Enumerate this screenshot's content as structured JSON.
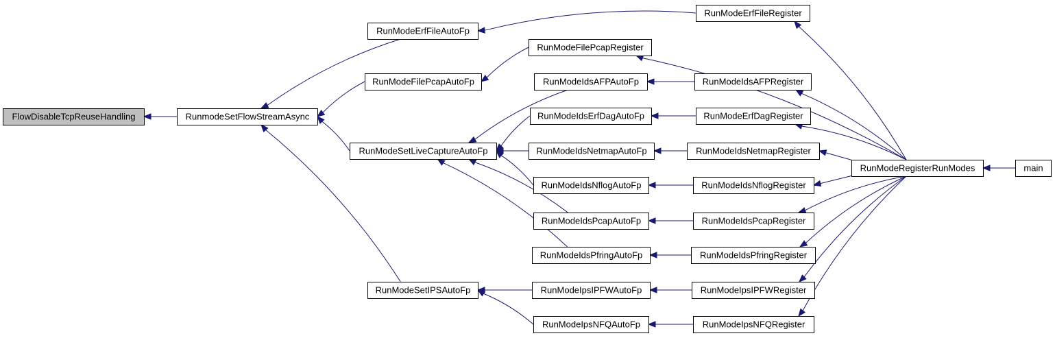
{
  "graph": {
    "root": "FlowDisableTcpReuseHandling",
    "nodes": [
      {
        "id": "FlowDisableTcpReuseHandling",
        "label": "FlowDisableTcpReuseHandling"
      },
      {
        "id": "RunmodeSetFlowStreamAsync",
        "label": "RunmodeSetFlowStreamAsync"
      },
      {
        "id": "RunModeErfFileAutoFp",
        "label": "RunModeErfFileAutoFp"
      },
      {
        "id": "RunModeFilePcapAutoFp",
        "label": "RunModeFilePcapAutoFp"
      },
      {
        "id": "RunModeSetLiveCaptureAutoFp",
        "label": "RunModeSetLiveCaptureAutoFp"
      },
      {
        "id": "RunModeSetIPSAutoFp",
        "label": "RunModeSetIPSAutoFp"
      },
      {
        "id": "RunModeErfFileRegister",
        "label": "RunModeErfFileRegister"
      },
      {
        "id": "RunModeFilePcapRegister",
        "label": "RunModeFilePcapRegister"
      },
      {
        "id": "RunModeIdsAFPAutoFp",
        "label": "RunModeIdsAFPAutoFp"
      },
      {
        "id": "RunModeIdsErfDagAutoFp",
        "label": "RunModeIdsErfDagAutoFp"
      },
      {
        "id": "RunModeIdsNetmapAutoFp",
        "label": "RunModeIdsNetmapAutoFp"
      },
      {
        "id": "RunModeIdsNflogAutoFp",
        "label": "RunModeIdsNflogAutoFp"
      },
      {
        "id": "RunModeIdsPcapAutoFp",
        "label": "RunModeIdsPcapAutoFp"
      },
      {
        "id": "RunModeIdsPfringAutoFp",
        "label": "RunModeIdsPfringAutoFp"
      },
      {
        "id": "RunModeIpsIPFWAutoFp",
        "label": "RunModeIpsIPFWAutoFp"
      },
      {
        "id": "RunModeIpsNFQAutoFp",
        "label": "RunModeIpsNFQAutoFp"
      },
      {
        "id": "RunModeIdsAFPRegister",
        "label": "RunModeIdsAFPRegister"
      },
      {
        "id": "RunModeErfDagRegister",
        "label": "RunModeErfDagRegister"
      },
      {
        "id": "RunModeIdsNetmapRegister",
        "label": "RunModeIdsNetmapRegister"
      },
      {
        "id": "RunModeIdsNflogRegister",
        "label": "RunModeIdsNflogRegister"
      },
      {
        "id": "RunModeIdsPcapRegister",
        "label": "RunModeIdsPcapRegister"
      },
      {
        "id": "RunModeIdsPfringRegister",
        "label": "RunModeIdsPfringRegister"
      },
      {
        "id": "RunModeIpsIPFWRegister",
        "label": "RunModeIpsIPFWRegister"
      },
      {
        "id": "RunModeIpsNFQRegister",
        "label": "RunModeIpsNFQRegister"
      },
      {
        "id": "RunModeRegisterRunModes",
        "label": "RunModeRegisterRunModes"
      },
      {
        "id": "main",
        "label": "main"
      }
    ],
    "edges": [
      {
        "from": "RunmodeSetFlowStreamAsync",
        "to": "FlowDisableTcpReuseHandling"
      },
      {
        "from": "RunModeErfFileAutoFp",
        "to": "RunmodeSetFlowStreamAsync"
      },
      {
        "from": "RunModeFilePcapAutoFp",
        "to": "RunmodeSetFlowStreamAsync"
      },
      {
        "from": "RunModeSetLiveCaptureAutoFp",
        "to": "RunmodeSetFlowStreamAsync"
      },
      {
        "from": "RunModeSetIPSAutoFp",
        "to": "RunmodeSetFlowStreamAsync"
      },
      {
        "from": "RunModeErfFileRegister",
        "to": "RunModeErfFileAutoFp"
      },
      {
        "from": "RunModeFilePcapRegister",
        "to": "RunModeFilePcapAutoFp"
      },
      {
        "from": "RunModeIdsAFPAutoFp",
        "to": "RunModeSetLiveCaptureAutoFp"
      },
      {
        "from": "RunModeIdsErfDagAutoFp",
        "to": "RunModeSetLiveCaptureAutoFp"
      },
      {
        "from": "RunModeIdsNetmapAutoFp",
        "to": "RunModeSetLiveCaptureAutoFp"
      },
      {
        "from": "RunModeIdsNflogAutoFp",
        "to": "RunModeSetLiveCaptureAutoFp"
      },
      {
        "from": "RunModeIdsPcapAutoFp",
        "to": "RunModeSetLiveCaptureAutoFp"
      },
      {
        "from": "RunModeIdsPfringAutoFp",
        "to": "RunModeSetLiveCaptureAutoFp"
      },
      {
        "from": "RunModeIpsIPFWAutoFp",
        "to": "RunModeSetIPSAutoFp"
      },
      {
        "from": "RunModeIpsNFQAutoFp",
        "to": "RunModeSetIPSAutoFp"
      },
      {
        "from": "RunModeIdsAFPRegister",
        "to": "RunModeIdsAFPAutoFp"
      },
      {
        "from": "RunModeErfDagRegister",
        "to": "RunModeIdsErfDagAutoFp"
      },
      {
        "from": "RunModeIdsNetmapRegister",
        "to": "RunModeIdsNetmapAutoFp"
      },
      {
        "from": "RunModeIdsNflogRegister",
        "to": "RunModeIdsNflogAutoFp"
      },
      {
        "from": "RunModeIdsPcapRegister",
        "to": "RunModeIdsPcapAutoFp"
      },
      {
        "from": "RunModeIdsPfringRegister",
        "to": "RunModeIdsPfringAutoFp"
      },
      {
        "from": "RunModeIpsIPFWRegister",
        "to": "RunModeIpsIPFWAutoFp"
      },
      {
        "from": "RunModeIpsNFQRegister",
        "to": "RunModeIpsNFQAutoFp"
      },
      {
        "from": "RunModeRegisterRunModes",
        "to": "RunModeErfFileRegister"
      },
      {
        "from": "RunModeRegisterRunModes",
        "to": "RunModeFilePcapRegister"
      },
      {
        "from": "RunModeRegisterRunModes",
        "to": "RunModeIdsAFPRegister"
      },
      {
        "from": "RunModeRegisterRunModes",
        "to": "RunModeErfDagRegister"
      },
      {
        "from": "RunModeRegisterRunModes",
        "to": "RunModeIdsNetmapRegister"
      },
      {
        "from": "RunModeRegisterRunModes",
        "to": "RunModeIdsNflogRegister"
      },
      {
        "from": "RunModeRegisterRunModes",
        "to": "RunModeIdsPcapRegister"
      },
      {
        "from": "RunModeRegisterRunModes",
        "to": "RunModeIdsPfringRegister"
      },
      {
        "from": "RunModeRegisterRunModes",
        "to": "RunModeIpsIPFWRegister"
      },
      {
        "from": "RunModeRegisterRunModes",
        "to": "RunModeIpsNFQRegister"
      },
      {
        "from": "main",
        "to": "RunModeRegisterRunModes"
      }
    ]
  },
  "colors": {
    "edge": "#191970",
    "node_border": "#000000",
    "root_fill": "#bfbfbf",
    "node_fill": "#ffffff",
    "background": "#ffffff"
  }
}
